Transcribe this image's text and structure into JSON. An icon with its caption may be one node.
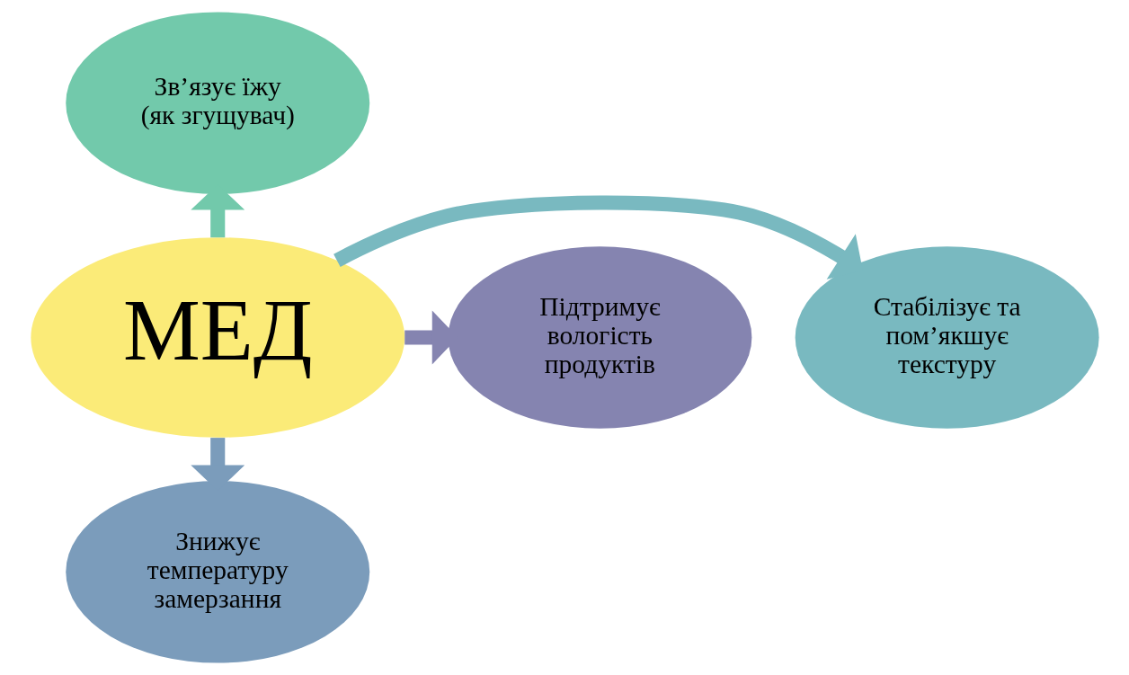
{
  "diagram": {
    "nodes": [
      {
        "text": [
          "Зв’язує їжу (як згущувач)"
        ]
      },
      {
        "text": [
          "Підтримує вологість продуктів"
        ]
      },
      {
        "text": [
          "МЕД"
        ]
      },
      {
        "text": [
          "Стабілізує та пом’якшує текстуру"
        ]
      },
      {
        "text": [
          "Знижує температуру замерзання"
        ]
      }
    ],
    "edges": [
      {
        "from": 2,
        "to": 0,
        "arrow": "to",
        "color": "#72c9ab"
      },
      {
        "from": 2,
        "to": 3,
        "arrow": "to",
        "color": "#79b9c0"
      },
      {
        "from": 2,
        "to": 4,
        "arrow": "to",
        "color": "#7b9cbb"
      },
      {
        "from": 2,
        "to": 1,
        "arrow": "to",
        "color": "#8584b0"
      }
    ]
  }
}
